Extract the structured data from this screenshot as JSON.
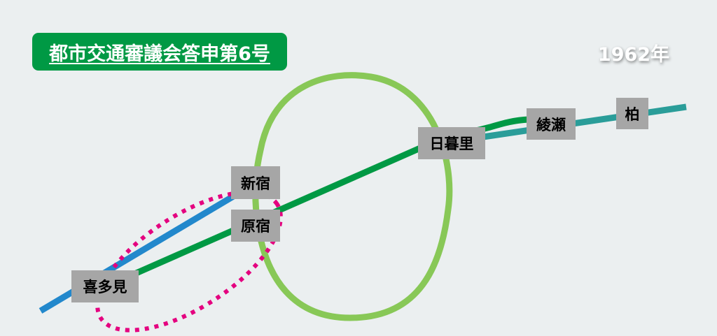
{
  "title": "都市交通審議会答申第6号",
  "year": "1962年",
  "stations": {
    "shinjuku": "新宿",
    "harajuku": "原宿",
    "kitami": "喜多見",
    "nippori": "日暮里",
    "ayase": "綾瀬",
    "kashiwa": "柏"
  },
  "colors": {
    "background": "#ebeff0",
    "title_bg": "#009944",
    "blue_line": "#2288cc",
    "green_line": "#009944",
    "teal_line": "#2a9d99",
    "loop_line": "#88c857",
    "dotted_ellipse": "#e4007f",
    "label_bg": "#a6a6a6"
  }
}
